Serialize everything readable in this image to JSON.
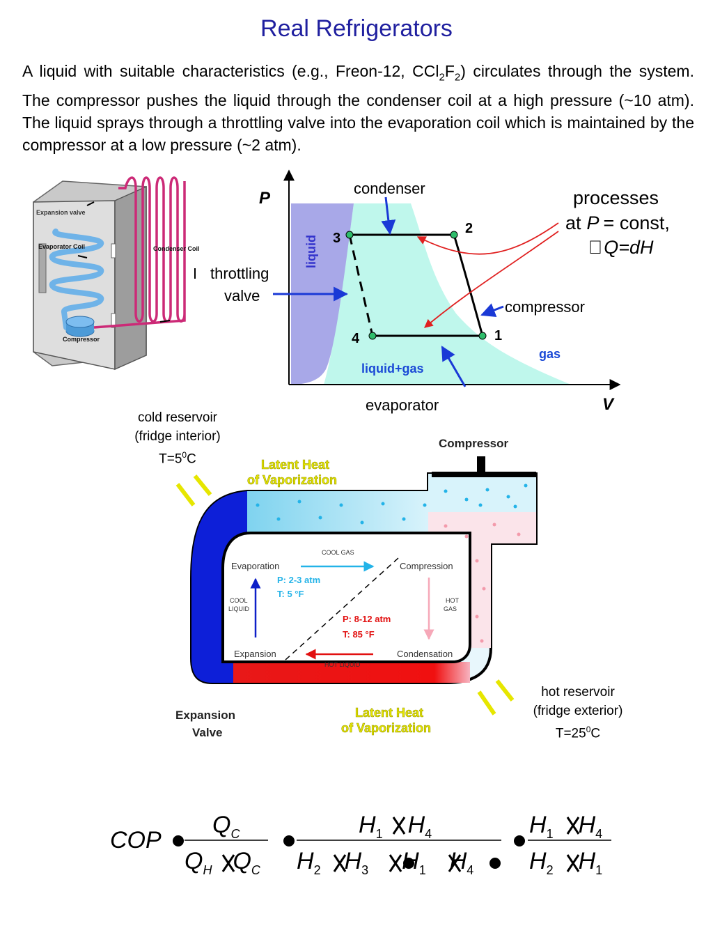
{
  "title": "Real Refrigerators",
  "intro": {
    "p1": "A liquid with suitable characteristics (e.g., Freon-12, CCl",
    "sub1": "2",
    "p2": "F",
    "sub2": "2",
    "p3": ") circulates through the system. The compressor pushes the liquid through the condenser coil at a high pressure (~10 atm). The liquid sprays through a throttling valve into the evaporation coil which is maintained by the compressor at a low pressure (~2 atm)."
  },
  "fridge": {
    "expansion_valve": "Expansion valve",
    "evaporator_coil": "Evaporator Coil",
    "condenser_coil": "Condenser Coil",
    "compressor": "Compressor"
  },
  "pv": {
    "axis_p": "P",
    "axis_v": "V",
    "region_liquid": "liquid",
    "region_liquid_gas": "liquid+gas",
    "region_gas": "gas",
    "condenser": "condenser",
    "throttling_line1": "throttling",
    "throttling_line2": "valve",
    "compressor": "compressor",
    "evaporator": "evaporator",
    "point1": "1",
    "point2": "2",
    "point3": "3",
    "point4": "4",
    "processes": "processes",
    "at": "at",
    "p_const_p": "P",
    "p_const_rest": "= const,",
    "q_dh": "Q=dH",
    "q_dh_prefix": ""
  },
  "cycle": {
    "cold_res_1": "cold reservoir",
    "cold_res_2": "(fridge interior)",
    "cold_res_3a": "T=5",
    "cold_res_3sup": "0",
    "cold_res_3b": "C",
    "hot_res_1": "hot reservoir",
    "hot_res_2": "(fridge exterior)",
    "hot_res_3a": "T=25",
    "hot_res_3sup": "0",
    "hot_res_3b": "C",
    "compressor_title": "Compressor",
    "latent_top_1": "Latent Heat",
    "latent_top_2": "of Vaporization",
    "latent_bottom_1": "Latent Heat",
    "latent_bottom_2": "of Vaporization",
    "expansion_valve_1": "Expansion",
    "expansion_valve_2": "Valve",
    "evaporation": "Evaporation",
    "compression": "Compression",
    "expansion": "Expansion",
    "condensation": "Condensation",
    "cool_gas": "COOL GAS",
    "hot_liquid": "HOT LIQUID",
    "cool_liquid_1": "COOL",
    "cool_liquid_2": "LIQUID",
    "hot_gas_1": "HOT",
    "hot_gas_2": "GAS",
    "low_p": "P:  2-3 atm",
    "low_t": "T:  5 °F",
    "high_p": "P:  8-12 atm",
    "high_t": "T:  85 °F"
  },
  "formula": {
    "cop": "COP",
    "qc": "Q",
    "qc_sub": "C",
    "qh": "Q",
    "qh_sub": "H",
    "h": "H",
    "s1": "1",
    "s2": "2",
    "s3": "3",
    "s4": "4"
  },
  "colors": {
    "title": "#1f1f9f",
    "liquid_region": "#a8a8e8",
    "two_phase_region": "#bff7ec",
    "gas_label": "#1a49d6",
    "arrow_blue": "#1a39d6",
    "arrow_red": "#e02020",
    "point_green": "#2ebd6b"
  }
}
